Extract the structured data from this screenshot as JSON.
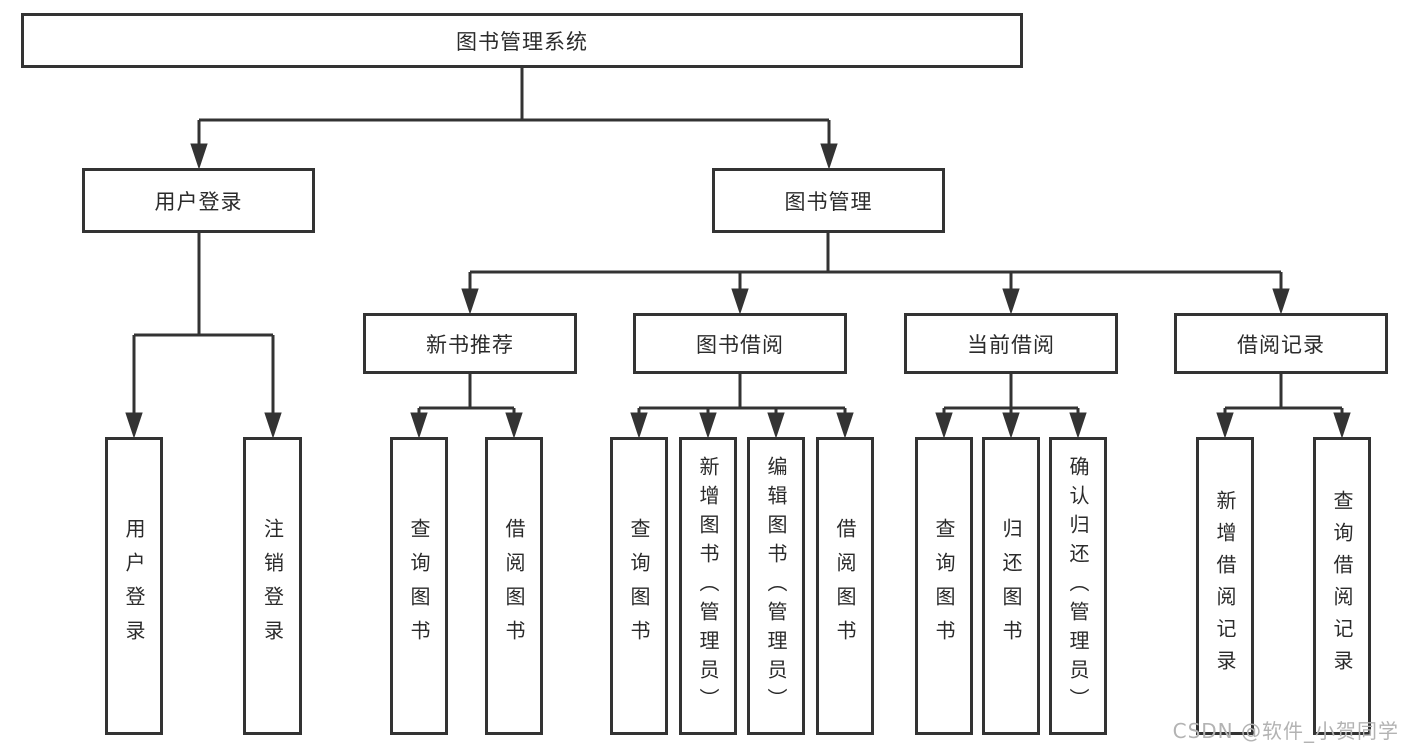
{
  "diagram": {
    "title": "图书管理系统",
    "type": "hierarchy-tree",
    "colors": {
      "line": "#333333",
      "box_border": "#333333",
      "box_fill": "#ffffff",
      "text": "#2b2b2b",
      "watermark": "#b3b3b3",
      "background": "#ffffff"
    },
    "tree": {
      "label": "图书管理系统",
      "children": [
        {
          "label": "用户登录",
          "children": [
            {
              "label": "用户登录"
            },
            {
              "label": "注销登录"
            }
          ]
        },
        {
          "label": "图书管理",
          "children": [
            {
              "label": "新书推荐",
              "children": [
                {
                  "label": "查询图书"
                },
                {
                  "label": "借阅图书"
                }
              ]
            },
            {
              "label": "图书借阅",
              "children": [
                {
                  "label": "查询图书"
                },
                {
                  "label": "新增图书（管理员）"
                },
                {
                  "label": "编辑图书（管理员）"
                },
                {
                  "label": "借阅图书"
                }
              ]
            },
            {
              "label": "当前借阅",
              "children": [
                {
                  "label": "查询图书"
                },
                {
                  "label": "归还图书"
                },
                {
                  "label": "确认归还（管理员）"
                }
              ]
            },
            {
              "label": "借阅记录",
              "children": [
                {
                  "label": "新增借阅记录"
                },
                {
                  "label": "查询借阅记录"
                }
              ]
            }
          ]
        }
      ]
    }
  },
  "watermark": {
    "text": "CSDN @软件_小贺同学"
  }
}
